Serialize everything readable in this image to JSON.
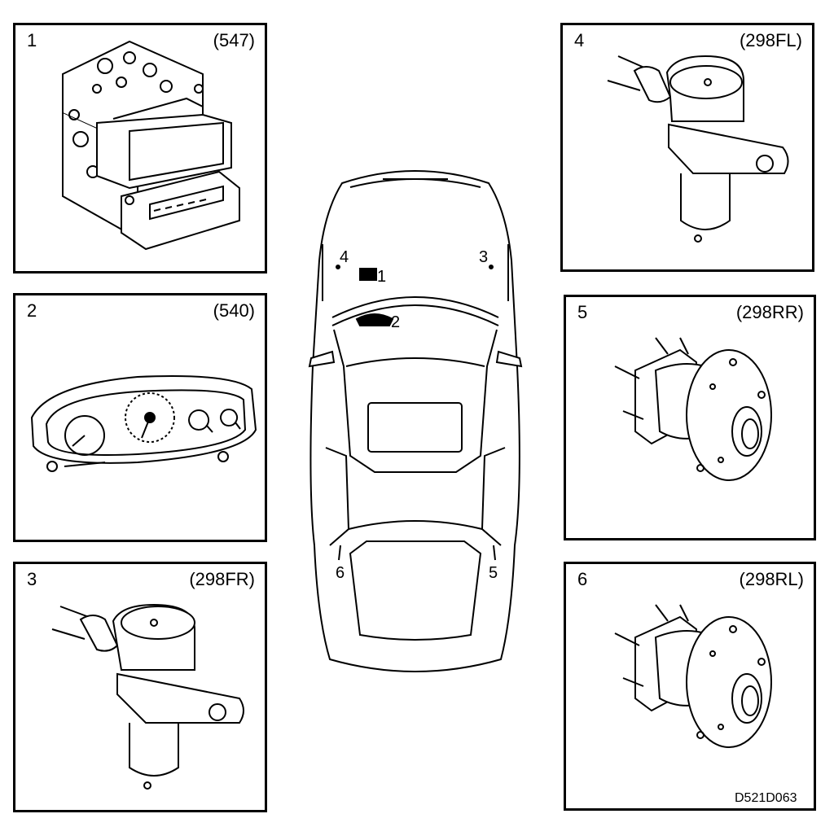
{
  "panels": [
    {
      "num": "1",
      "code": "(547)"
    },
    {
      "num": "2",
      "code": "(540)"
    },
    {
      "num": "3",
      "code": "(298FR)"
    },
    {
      "num": "4",
      "code": "(298FL)"
    },
    {
      "num": "5",
      "code": "(298RR)"
    },
    {
      "num": "6",
      "code": "(298RL)"
    }
  ],
  "car_labels": {
    "l1": "1",
    "l2": "2",
    "l3": "3",
    "l4": "4",
    "l5": "5",
    "l6": "6"
  },
  "figure_id": "D521D063"
}
